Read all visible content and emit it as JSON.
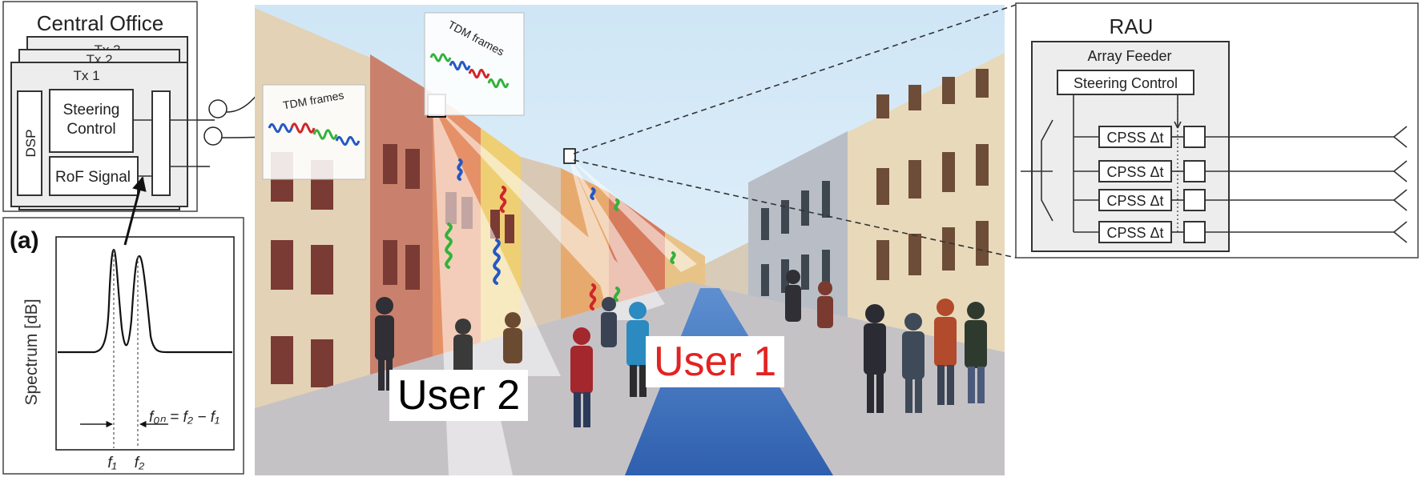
{
  "central_office": {
    "title": "Central Office",
    "tx_labels": [
      "Tx 3",
      "Tx 2",
      "Tx 1"
    ],
    "dsp": "DSP",
    "steering_line1": "Steering",
    "steering_line2": "Control",
    "rof": "RoF Signal"
  },
  "inset": {
    "panel_label": "(a)",
    "ylabel": "Spectrum [dB]",
    "f1": "f₁",
    "f2": "f₂",
    "rf_equation": "f₀ₙ = f₂ − f₁"
  },
  "scene": {
    "tdm_frames_1": "TDM frames",
    "tdm_frames_2": "TDM frames",
    "user1": "User 1",
    "user2": "User 2",
    "user1_color": "#e32222",
    "user2_color": "#000000"
  },
  "rau": {
    "title": "RAU",
    "array_feeder": "Array Feeder",
    "steering_control": "Steering Control",
    "cpss": [
      "CPSS Δt",
      "CPSS Δt",
      "CPSS Δt",
      "CPSS Δt"
    ]
  }
}
